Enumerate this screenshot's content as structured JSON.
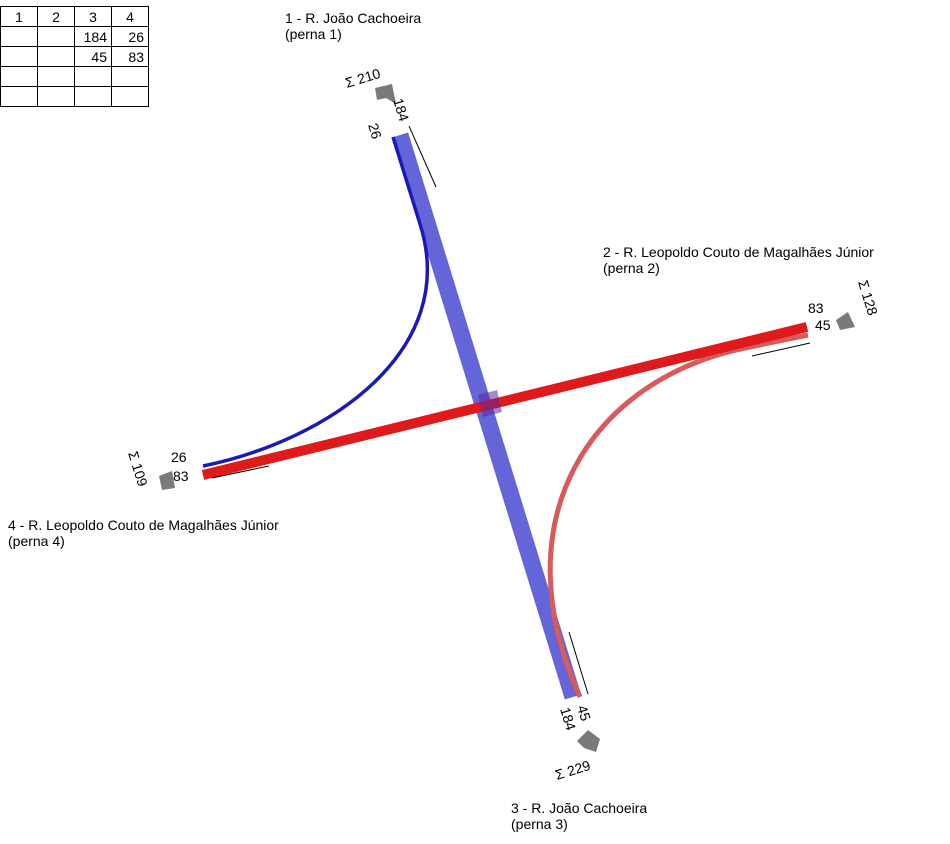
{
  "matrix": {
    "header": [
      "1",
      "2",
      "3",
      "4"
    ],
    "rows": [
      [
        "",
        "",
        "184",
        "26"
      ],
      [
        "",
        "",
        "45",
        "83"
      ],
      [
        "",
        "",
        "",
        ""
      ],
      [
        "",
        "",
        "",
        ""
      ]
    ]
  },
  "legs": {
    "leg1": {
      "name": "1 - R. João Cachoeira",
      "sub": "(perna 1)",
      "total": "Σ 210",
      "v_a": "26",
      "v_b": "184"
    },
    "leg2": {
      "name": "2 - R. Leopoldo Couto de Magalhães Júnior",
      "sub": "(perna 2)",
      "total": "Σ 128",
      "v_a": "83",
      "v_b": "45"
    },
    "leg3": {
      "name": "3 - R. João Cachoeira",
      "sub": "(perna 3)",
      "total": "Σ 229",
      "v_a": "45",
      "v_b": "184"
    },
    "leg4": {
      "name": "4 - R. Leopoldo Couto de Magalhães Júnior",
      "sub": "(perna 4)",
      "total": "Σ 109",
      "v_a": "26",
      "v_b": "83"
    }
  },
  "colors": {
    "blue_flow": "#3a3ad0",
    "blue_thin": "#1a1ab8",
    "red_flow": "#e01a1a",
    "red_light": "#d85a5a",
    "arrow_gray": "#7a7a7a"
  }
}
